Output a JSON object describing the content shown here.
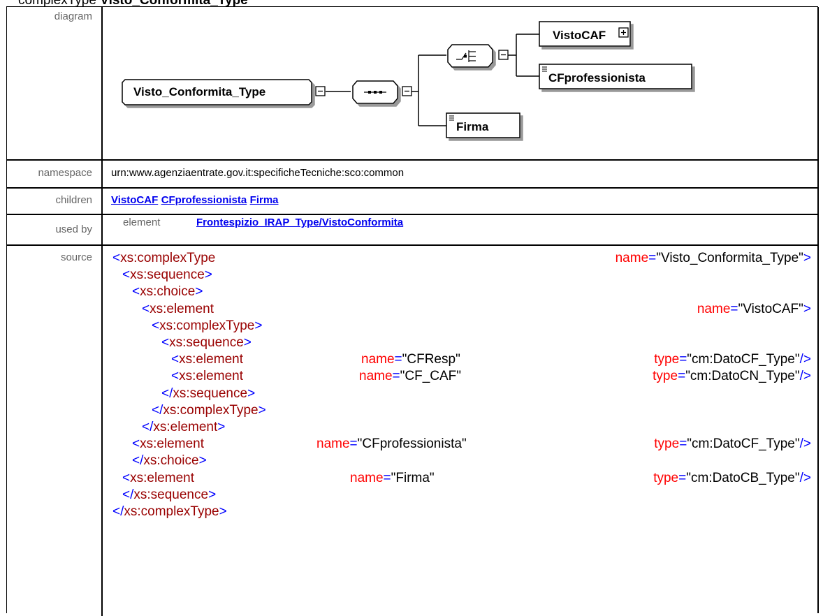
{
  "heading": {
    "prefix": "complexType",
    "name": "Visto_Conformita_Type"
  },
  "rows": {
    "diagram": "diagram",
    "namespace": "namespace",
    "children": "children",
    "used_by": "used by",
    "source": "source"
  },
  "diagram": {
    "root": "Visto_Conformita_Type",
    "children": {
      "visto_caf": "VistoCAF",
      "cf_professionista": "CFprofessionista",
      "firma": "Firma"
    }
  },
  "namespace_value": "urn:www.agenziaentrate.gov.it:specificheTecniche:sco:common",
  "children_links": [
    "VistoCAF",
    "CFprofessionista",
    "Firma"
  ],
  "used_by": {
    "kind": "element",
    "link": "Frontespizio_IRAP_Type/VistoConformita"
  },
  "source_lines": [
    {
      "open": "<",
      "tag": "xs:complexType",
      "attrs": [
        {
          "name": "name",
          "value": "\"Visto_Conformita_Type\""
        }
      ],
      "close": ">"
    },
    {
      "open": "<",
      "tag": "xs:sequence",
      "attrs": [],
      "close": ">"
    },
    {
      "open": "<",
      "tag": "xs:choice",
      "attrs": [],
      "close": ">"
    },
    {
      "open": "<",
      "tag": "xs:element",
      "attrs": [
        {
          "name": "name",
          "value": "\"VistoCAF\""
        }
      ],
      "close": ">"
    },
    {
      "open": "<",
      "tag": "xs:complexType",
      "attrs": [],
      "close": ">"
    },
    {
      "open": "<",
      "tag": "xs:sequence",
      "attrs": [],
      "close": ">"
    },
    {
      "open": "<",
      "tag": "xs:element",
      "attrs": [
        {
          "name": "name",
          "value": "\"CFResp\""
        },
        {
          "name": "type",
          "value": "\"cm:DatoCF_Type\""
        }
      ],
      "close": "/>"
    },
    {
      "open": "<",
      "tag": "xs:element",
      "attrs": [
        {
          "name": "name",
          "value": "\"CF_CAF\""
        },
        {
          "name": "type",
          "value": "\"cm:DatoCN_Type\""
        }
      ],
      "close": "/>"
    },
    {
      "open": "</",
      "tag": "xs:sequence",
      "attrs": [],
      "close": ">"
    },
    {
      "open": "</",
      "tag": "xs:complexType",
      "attrs": [],
      "close": ">"
    },
    {
      "open": "</",
      "tag": "xs:element",
      "attrs": [],
      "close": ">"
    },
    {
      "open": "<",
      "tag": "xs:element",
      "attrs": [
        {
          "name": "name",
          "value": "\"CFprofessionista\""
        },
        {
          "name": "type",
          "value": "\"cm:DatoCF_Type\""
        }
      ],
      "close": "/>"
    },
    {
      "open": "</",
      "tag": "xs:choice",
      "attrs": [],
      "close": ">"
    },
    {
      "open": "<",
      "tag": "xs:element",
      "attrs": [
        {
          "name": "name",
          "value": "\"Firma\""
        },
        {
          "name": "type",
          "value": "\"cm:DatoCB_Type\""
        }
      ],
      "close": "/>"
    },
    {
      "open": "</",
      "tag": "xs:sequence",
      "attrs": [],
      "close": ">"
    },
    {
      "open": "</",
      "tag": "xs:complexType",
      "attrs": [],
      "close": ">"
    }
  ]
}
